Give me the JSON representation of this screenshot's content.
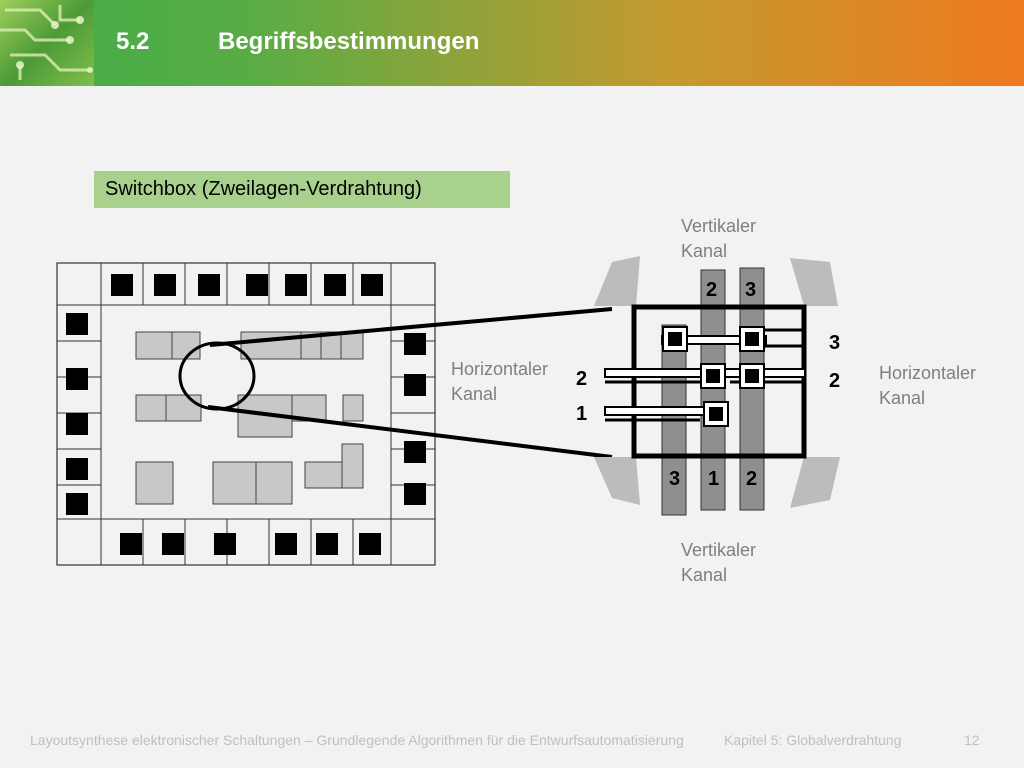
{
  "header": {
    "section_number": "5.2",
    "section_title": "Begriffsbestimmungen"
  },
  "diagram": {
    "title": "Switchbox  (Zweilagen-Verdrahtung)",
    "labels": {
      "vertical_top_1": "Vertikaler",
      "vertical_top_2": "Kanal",
      "vertical_bottom_1": "Vertikaler",
      "vertical_bottom_2": "Kanal",
      "horizontal_left_1": "Horizontaler",
      "horizontal_left_2": "Kanal",
      "horizontal_right_1": "Horizontaler",
      "horizontal_right_2": "Kanal"
    },
    "pins": {
      "top": [
        "2",
        "3"
      ],
      "bottom": [
        "3",
        "1",
        "2"
      ],
      "left": [
        "2",
        "1"
      ],
      "right": [
        "3",
        "2"
      ]
    }
  },
  "footer": {
    "course": "Layoutsynthese elektronischer Schaltungen – Grundlegende Algorithmen für die Entwurfsautomatisierung",
    "chapter": "Kapitel 5: Globalverdrahtung",
    "page": "12"
  },
  "colors": {
    "accent_green": "#3fae49",
    "accent_orange": "#f07a20",
    "label_box": "#a9d18e"
  }
}
